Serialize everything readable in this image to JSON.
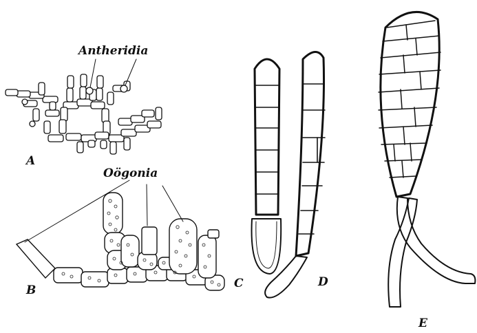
{
  "figure": {
    "labels": {
      "antheridia": "Antheridia",
      "oogonia": "Oögonia",
      "panel_a": "A",
      "panel_b": "B",
      "panel_c": "C",
      "panel_d": "D",
      "panel_e": "E"
    },
    "ink_color": "#111111",
    "background": "#ffffff"
  }
}
